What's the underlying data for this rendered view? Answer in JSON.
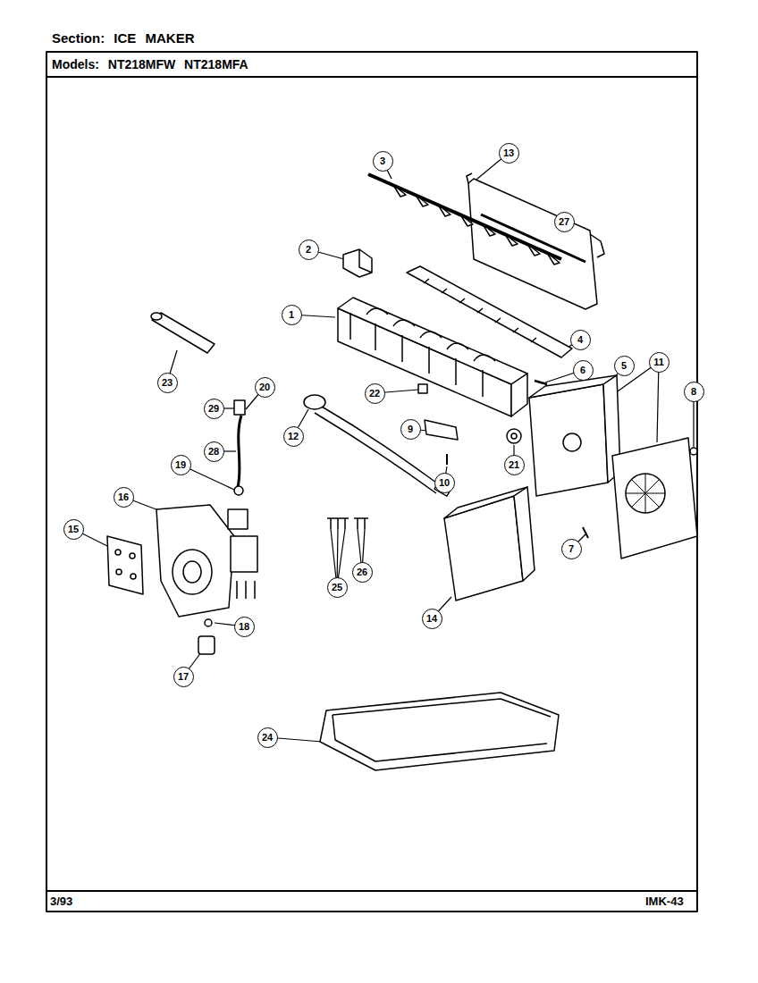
{
  "diagram": {
    "title": "Section: ICE MAKER",
    "nodes": [
      {
        "text": [
          "1"
        ]
      },
      {
        "text": [
          "2"
        ]
      },
      {
        "text": [
          "3"
        ]
      },
      {
        "text": [
          "4"
        ]
      },
      {
        "text": [
          "5"
        ]
      },
      {
        "text": [
          "6"
        ]
      },
      {
        "text": [
          "7"
        ]
      },
      {
        "text": [
          "8"
        ]
      },
      {
        "text": [
          "9"
        ]
      },
      {
        "text": [
          "10"
        ]
      },
      {
        "text": [
          "11"
        ]
      },
      {
        "text": [
          "12"
        ]
      },
      {
        "text": [
          "13"
        ]
      },
      {
        "text": [
          "14"
        ]
      },
      {
        "text": [
          "15"
        ]
      },
      {
        "text": [
          "16"
        ]
      },
      {
        "text": [
          "17"
        ]
      },
      {
        "text": [
          "18"
        ]
      },
      {
        "text": [
          "19"
        ]
      },
      {
        "text": [
          "20"
        ]
      },
      {
        "text": [
          "21"
        ]
      },
      {
        "text": [
          "22"
        ]
      },
      {
        "text": [
          "23"
        ]
      },
      {
        "text": [
          "24"
        ]
      },
      {
        "text": [
          "25"
        ]
      },
      {
        "text": [
          "26"
        ]
      },
      {
        "text": [
          "27"
        ]
      },
      {
        "text": [
          "28"
        ]
      },
      {
        "text": [
          "29"
        ]
      }
    ],
    "labels": [
      "Models: NT218MFW NT218MFA",
      "3/93",
      "IMK-43"
    ]
  }
}
